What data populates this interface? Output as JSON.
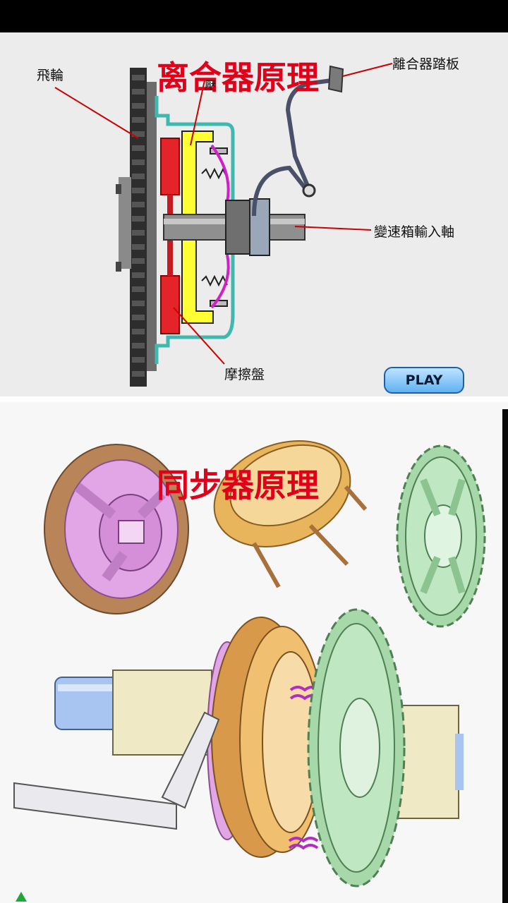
{
  "clutch": {
    "title": "离合器原理",
    "labels": {
      "flywheel": "飛輪",
      "pedal": "離合器踏板",
      "input_shaft": "變速箱輸入軸",
      "friction_disc": "摩擦盤",
      "pressure_plate_partial": "壓"
    },
    "play_label": "PLAY"
  },
  "synchronizer": {
    "title": "同步器原理"
  },
  "colors": {
    "title_red": "#e0001a",
    "friction_red": "#e5242a",
    "pressure_plate_yellow": "#ffff33",
    "housing_teal": "#3fb8b0",
    "spring_magenta": "#d020c8",
    "gear_green": "#bfe8c2",
    "ring_gold": "#e8b45c",
    "hub_pink": "#e2a6e6",
    "shaft_blue": "#a8c4f0",
    "block_cream": "#efe9c6",
    "play_blue": "#5fb2f2"
  },
  "icons": [
    "play-button",
    "status-triangle-icon"
  ]
}
